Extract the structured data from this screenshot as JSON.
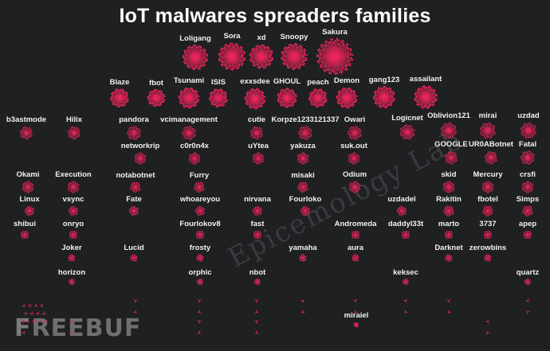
{
  "title": "IoT malwares spreaders families",
  "watermark": "Epicemology Lab",
  "logo_text": "REEBUF",
  "colors": {
    "background": "#1f2022",
    "node": "#e8245a",
    "label": "#f2f2f2"
  },
  "nodes": [
    {
      "label": "Loligang",
      "size": 2.2
    },
    {
      "label": "Sora",
      "size": 2.4
    },
    {
      "label": "xd",
      "size": 2.1
    },
    {
      "label": "Snoopy",
      "size": 2.3
    },
    {
      "label": "Sakura",
      "size": 3.2
    },
    {
      "label": "Blaze",
      "size": 1.6
    },
    {
      "label": "fbot",
      "size": 1.5
    },
    {
      "label": "Tsunami",
      "size": 1.8
    },
    {
      "label": "ISIS",
      "size": 1.6
    },
    {
      "label": "exxsdee",
      "size": 1.8
    },
    {
      "label": "GHOUL",
      "size": 1.7
    },
    {
      "label": "peach",
      "size": 1.6
    },
    {
      "label": "Demon",
      "size": 1.8
    },
    {
      "label": "gang123",
      "size": 1.9
    },
    {
      "label": "assailant",
      "size": 2.0
    },
    {
      "label": "b3astmode",
      "size": 1.1
    },
    {
      "label": "Hilix",
      "size": 1.1
    },
    {
      "label": "pandora",
      "size": 1.2
    },
    {
      "label": "vcimanagement",
      "size": 1.2
    },
    {
      "label": "cutie",
      "size": 1.1
    },
    {
      "label": "Korpze1233121337",
      "size": 1.2
    },
    {
      "label": "Owari",
      "size": 1.2
    },
    {
      "label": "Logicnet",
      "size": 1.3
    },
    {
      "label": "Oblivion121",
      "size": 1.4
    },
    {
      "label": "mirai",
      "size": 1.4
    },
    {
      "label": "uzdad",
      "size": 1.4
    },
    {
      "label": "networkrip",
      "size": 1.0
    },
    {
      "label": "c0r0n4x",
      "size": 1.0
    },
    {
      "label": "uYtea",
      "size": 1.0
    },
    {
      "label": "yakuza",
      "size": 1.0
    },
    {
      "label": "suk.out",
      "size": 1.0
    },
    {
      "label": "GOOGLE",
      "size": 1.1
    },
    {
      "label": "UR0ABotnet",
      "size": 1.1
    },
    {
      "label": "Fatal",
      "size": 1.2
    },
    {
      "label": "Okami",
      "size": 1.0
    },
    {
      "label": "Execution",
      "size": 1.0
    },
    {
      "label": "notabotnet",
      "size": 0.9
    },
    {
      "label": "Furry",
      "size": 0.9
    },
    {
      "label": "misaki",
      "size": 0.9
    },
    {
      "label": "Odium",
      "size": 1.0
    },
    {
      "label": "skid",
      "size": 1.0
    },
    {
      "label": "Mercury",
      "size": 1.0
    },
    {
      "label": "crsfi",
      "size": 1.0
    },
    {
      "label": "Linux",
      "size": 0.8
    },
    {
      "label": "vsync",
      "size": 0.8
    },
    {
      "label": "Fate",
      "size": 0.8
    },
    {
      "label": "whoareyou",
      "size": 0.8
    },
    {
      "label": "nirvana",
      "size": 0.8
    },
    {
      "label": "Fourloko",
      "size": 0.8
    },
    {
      "label": "uzdadel",
      "size": 0.8
    },
    {
      "label": "Rakitin",
      "size": 0.9
    },
    {
      "label": "fbotel",
      "size": 0.9
    },
    {
      "label": "Simps",
      "size": 0.9
    },
    {
      "label": "shibui",
      "size": 0.7
    },
    {
      "label": "onryo",
      "size": 0.7
    },
    {
      "label": "Fourlokov8",
      "size": 0.7
    },
    {
      "label": "fast",
      "size": 0.7
    },
    {
      "label": "Andromeda",
      "size": 0.7
    },
    {
      "label": "daddyl33t",
      "size": 0.7
    },
    {
      "label": "marto",
      "size": 0.7
    },
    {
      "label": "3737",
      "size": 0.7
    },
    {
      "label": "apep",
      "size": 0.7
    },
    {
      "label": "Joker",
      "size": 0.6
    },
    {
      "label": "Lucid",
      "size": 0.6
    },
    {
      "label": "frosty",
      "size": 0.6
    },
    {
      "label": "yamaha",
      "size": 0.6
    },
    {
      "label": "aura",
      "size": 0.6
    },
    {
      "label": "Darknet",
      "size": 0.6
    },
    {
      "label": "zerowbins",
      "size": 0.6
    },
    {
      "label": "horizon",
      "size": 0.5
    },
    {
      "label": "orphic",
      "size": 0.5
    },
    {
      "label": "nbot",
      "size": 0.5
    },
    {
      "label": "keksec",
      "size": 0.5
    },
    {
      "label": "quartz",
      "size": 0.5
    },
    {
      "label": "miraiel",
      "size": 0.4
    }
  ]
}
